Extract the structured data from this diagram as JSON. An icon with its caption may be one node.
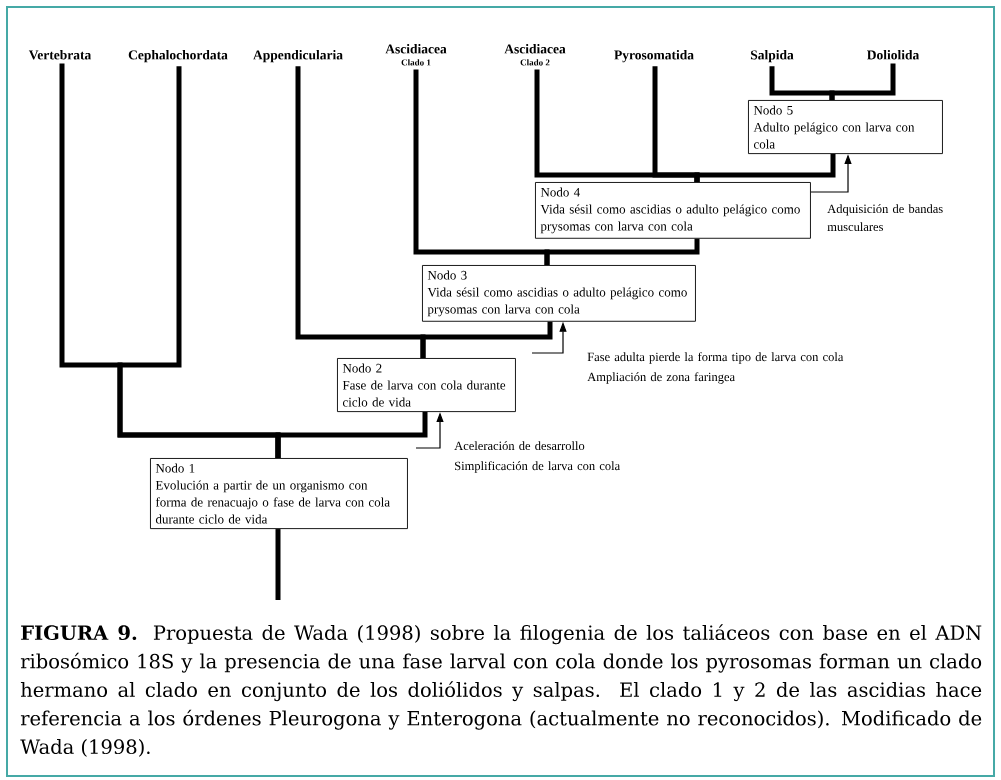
{
  "diagram": {
    "caption": "**FIGURA 9.** Propuesta de Wada (1998) sobre la filogenia de los taliáceos con base en el ADN ribosómico 18S y la presencia de una fase larval con cola donde los pyrosomas forman un clado hermano al clado en conjunto de los doliólidos y salpas. El clado 1 y 2 de las ascidias hace referencia a los órdenes Pleurogona y Enterogona (actualmente no reconocidos). Modificado de Wada (1998).",
    "nodes": [
      {
        "text": [
          "Vertebrata"
        ]
      },
      {
        "text": [
          "Cephalochordata"
        ]
      },
      {
        "text": [
          "Appendicularia"
        ]
      },
      {
        "text": [
          "Ascidiacea",
          "Clado 1"
        ]
      },
      {
        "text": [
          "Ascidiacea",
          "Clado 2"
        ]
      },
      {
        "text": [
          "Pyrosomatida"
        ]
      },
      {
        "text": [
          "Salpida"
        ]
      },
      {
        "text": [
          "Doliolida"
        ]
      },
      {
        "text": [
          "Nodo 5",
          "Adulto pelágico con larva con cola"
        ]
      },
      {
        "text": [
          "Nodo 4",
          "Vida sésil como ascidias o adulto pelágico como prysomas con larva con cola"
        ],
        "beside": [
          "Adquisición de bandas musculares"
        ]
      },
      {
        "text": [
          "Nodo 3",
          "Vida sésil como ascidias o adulto pelágico como prysomas con larva con cola"
        ],
        "beside": [
          "Fase adulta pierde la forma tipo de larva con cola",
          "Ampliación de zona faringea"
        ]
      },
      {
        "text": [
          "Nodo 2",
          "Fase de larva con cola durante ciclo de vida"
        ],
        "beside": [
          "Aceleración de desarrollo",
          "Simplificación de larva con cola"
        ]
      },
      {
        "text": [
          "Nodo 1",
          "Evolución a partir de un organismo con forma de renacuajo o fase de larva con cola durante ciclo de vida"
        ]
      }
    ],
    "edges": [
      {
        "from": 6,
        "to": 8,
        "arrow": "none"
      },
      {
        "from": 7,
        "to": 8,
        "arrow": "none"
      },
      {
        "from": 8,
        "to": 9,
        "arrow": "none"
      },
      {
        "from": 4,
        "to": 9,
        "arrow": "none"
      },
      {
        "from": 5,
        "to": 9,
        "arrow": "none"
      },
      {
        "from": 9,
        "to": 10,
        "arrow": "none"
      },
      {
        "from": 3,
        "to": 10,
        "arrow": "none"
      },
      {
        "from": 10,
        "to": 11,
        "arrow": "none"
      },
      {
        "from": 2,
        "to": 11,
        "arrow": "none"
      },
      {
        "from": 11,
        "to": 12,
        "arrow": "none"
      },
      {
        "from": 0,
        "to": 12,
        "arrow": "none"
      },
      {
        "from": 1,
        "to": 12,
        "arrow": "none"
      },
      {
        "from": 12,
        "to": null,
        "arrow": "none"
      },
      {
        "from": 9,
        "to": 8,
        "arrow": "to"
      },
      {
        "from": null,
        "to": 10,
        "arrow": "to"
      },
      {
        "from": null,
        "to": 11,
        "arrow": "to"
      }
    ]
  }
}
